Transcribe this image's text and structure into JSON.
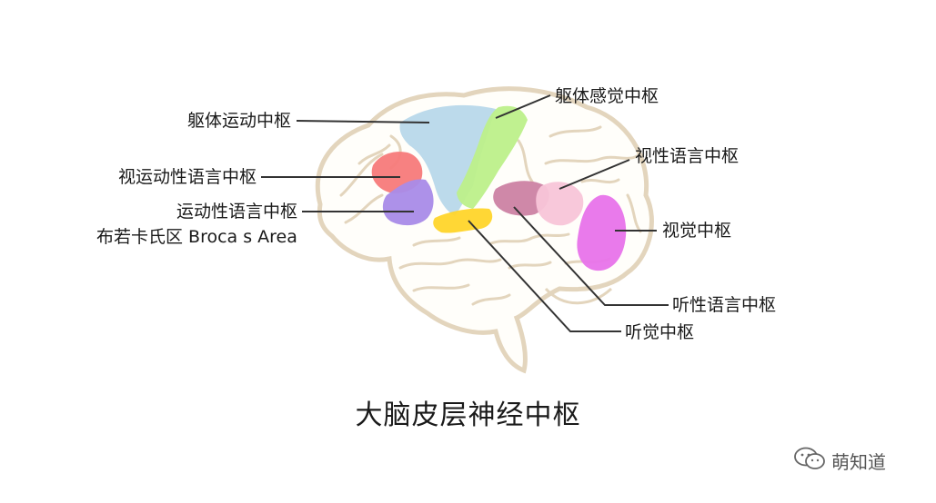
{
  "labels": {
    "motor_center": "躯体运动中枢",
    "visual_motor_speech": "视运动性语言中枢",
    "motor_speech": "运动性语言中枢",
    "broca": "布若卡氏区 Broca s Area",
    "somatosensory": "躯体感觉中枢",
    "visual_speech": "视性语言中枢",
    "visual": "视觉中枢",
    "auditory_speech": "听性语言中枢",
    "auditory": "听觉中枢"
  },
  "title": "大脑皮层神经中枢",
  "watermark": {
    "text": "萌知道",
    "icon": "wechat-icon"
  },
  "colors": {
    "brain_fill": "#fffefa",
    "brain_outline": "#e3d5bd",
    "motor": "#b8d8ea",
    "somatosensory": "#bdf08a",
    "visual_motor_speech": "#f77a7a",
    "motor_speech": "#a98be8",
    "auditory": "#ffd52a",
    "auditory_speech": "#cc82a3",
    "visual_speech": "#f8c5d8",
    "visual": "#e873ea",
    "leader_line": "#333333"
  }
}
